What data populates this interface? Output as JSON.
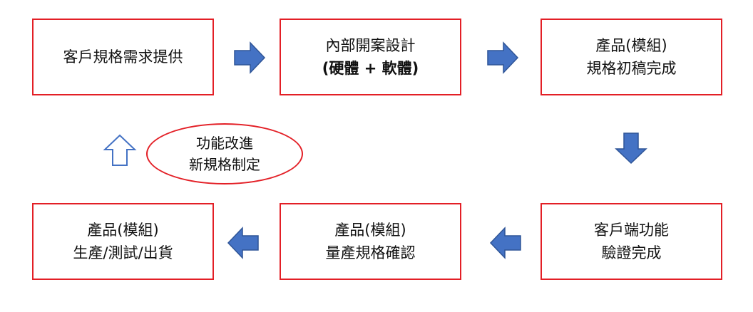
{
  "colors": {
    "box_border": "#e31f26",
    "arrow_fill": "#4472c4",
    "arrow_stroke": "#2f5597",
    "arrow_outline": "#4472c4"
  },
  "boxes": {
    "customer_spec": {
      "line1": "客戶規格需求提供"
    },
    "internal_design": {
      "line1": "內部開案設計",
      "line2": "(硬體 + 軟體)"
    },
    "spec_draft": {
      "line1": "產品(模組)",
      "line2": "規格初稿完成"
    },
    "customer_verify": {
      "line1": "客戶端功能",
      "line2": "驗證完成"
    },
    "mass_spec": {
      "line1": "產品(模組)",
      "line2": "量產規格確認"
    },
    "production": {
      "line1": "產品(模組)",
      "line2": "生產/測試/出貨"
    }
  },
  "feedback": {
    "line1": "功能改進",
    "line2": "新規格制定"
  },
  "arrows": {
    "a1": "arrow-right-icon",
    "a2": "arrow-right-icon",
    "a3": "arrow-down-icon",
    "a4": "arrow-left-icon",
    "a5": "arrow-left-icon",
    "a6": "arrow-up-outline-icon"
  }
}
